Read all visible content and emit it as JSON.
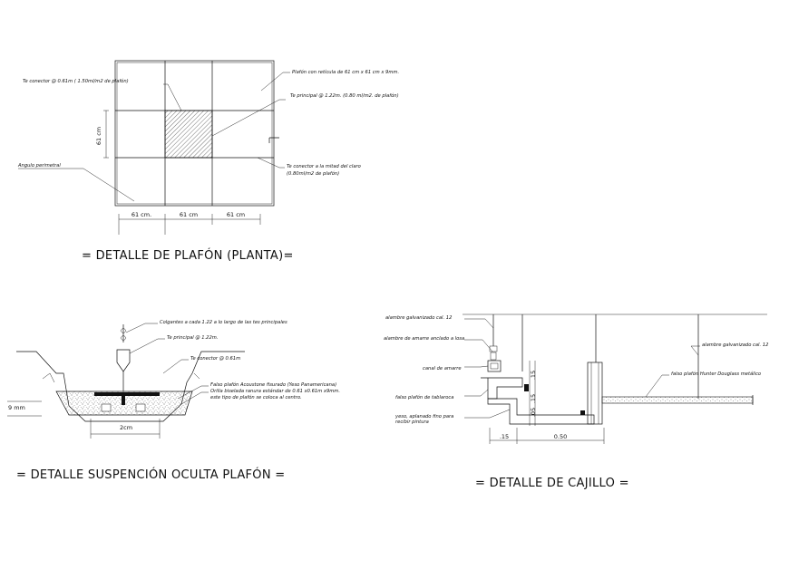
{
  "plan": {
    "title": "= DETALLE  DE PLAFÓN (PLANTA)=",
    "notes": {
      "te_conector_top": "Te conector @ 0.61m ( 1.50ml/m2 de  plafón)",
      "plafon_reticula": "Plafón con retícula de 61 cm x 61 cm x 9mm.",
      "te_principal": "Te principal  @ 1.22m. (0.80 ml/m2. de plafón)",
      "angulo_perimetral": "Angulo perimetral",
      "te_conector_mitad_1": "Te conector a la mitad del claro",
      "te_conector_mitad_2": "(0.80ml/m2 de plafón)"
    },
    "dims": {
      "vertical": "61 cm",
      "d1": "61 cm.",
      "d2": "61 cm",
      "d3": "61 cm"
    }
  },
  "suspension": {
    "title": "= DETALLE SUSPENCIÓN OCULTA PLAFÓN =",
    "notes": {
      "colgantes": "Colgantes a cada 1.22 a lo largo de las tes principales",
      "te_principal": "Te principal  @ 1.22m.",
      "te_conector": "Te conector @ 0.61m",
      "falso_plafon_1": "Falso plafón Acoustone fisurado (Yeso Panamericana)",
      "falso_plafon_2": "Orilla biselada ranura estándar de 0.61 x0.61m x9mm.",
      "falso_plafon_3": "este tipo de plafón se coloca al centro."
    },
    "dims": {
      "thickness": "9 mm",
      "width": "2cm"
    }
  },
  "cajillo": {
    "title": "= DETALLE  DE CAJILLO =",
    "notes": {
      "alambre_galv_left": "alambre galvanizado cal. 12",
      "alambre_amarre": "alambre de amarre anclado a losa",
      "canal_amarre": "canal de amarre",
      "falso_tablaroca": "falso plafón de tablaroca",
      "yeso_1": "yeso, aplanado fino para",
      "yeso_2": "recibir pintura",
      "alambre_galv_right": "alambre galvanizado cal. 12",
      "falso_hunter": "falso plafón Hunter Douglass metálico"
    },
    "dims": {
      "d1": ".15",
      "d2": "0.50",
      "v1": ".15",
      "v2": ".15",
      "v3": ".05"
    }
  }
}
